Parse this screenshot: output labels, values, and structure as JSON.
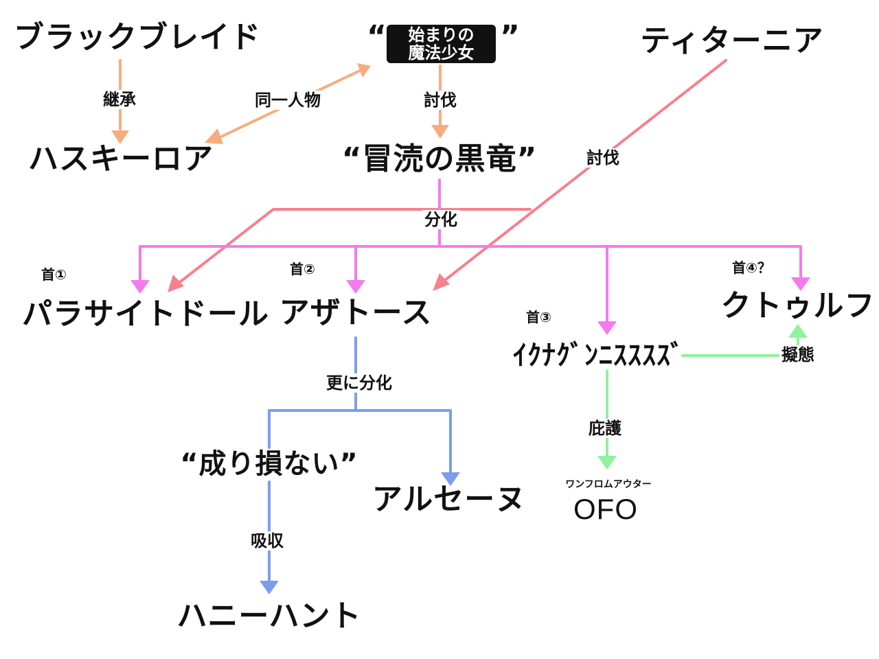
{
  "colors": {
    "orange": "#f8ac7c",
    "pink": "#f6808e",
    "magenta": "#f47af0",
    "blue": "#7c9cf0",
    "green": "#8ff29c"
  },
  "nodes": {
    "blackblade": "ブラックブレイド",
    "origin_open_quote": "“",
    "origin_line1": "始まりの",
    "origin_line2": "魔法少女",
    "origin_close_quote": "”",
    "titania": "ティターニア",
    "huskyroa": "ハスキーロア",
    "black_dragon": "“冒涜の黒竜”",
    "parasite_doll": "パラサイトドール",
    "azathoth": "アザトース",
    "ikunagun": "ｲｸﾅｸﾞﾝﾆｽｽｽｽﾞ",
    "cthulhu": "クトゥルフ",
    "nariokonai": "“成り損ない”",
    "arsene": "アルセーヌ",
    "honeyhunt": "ハニーハント",
    "ofo_ruby": "ワンフロムアウター",
    "ofo": "OFO"
  },
  "tags": {
    "head1": "首①",
    "head2": "首②",
    "head3": "首③",
    "head4": "首④？"
  },
  "edge_labels": {
    "inherit": "継承",
    "same_person": "同一人物",
    "subjugate_origin": "討伐",
    "subjugate_titania": "討伐",
    "split": "分化",
    "split_more": "更に分化",
    "mimicry": "擬態",
    "protect": "庇護",
    "absorb": "吸収"
  }
}
